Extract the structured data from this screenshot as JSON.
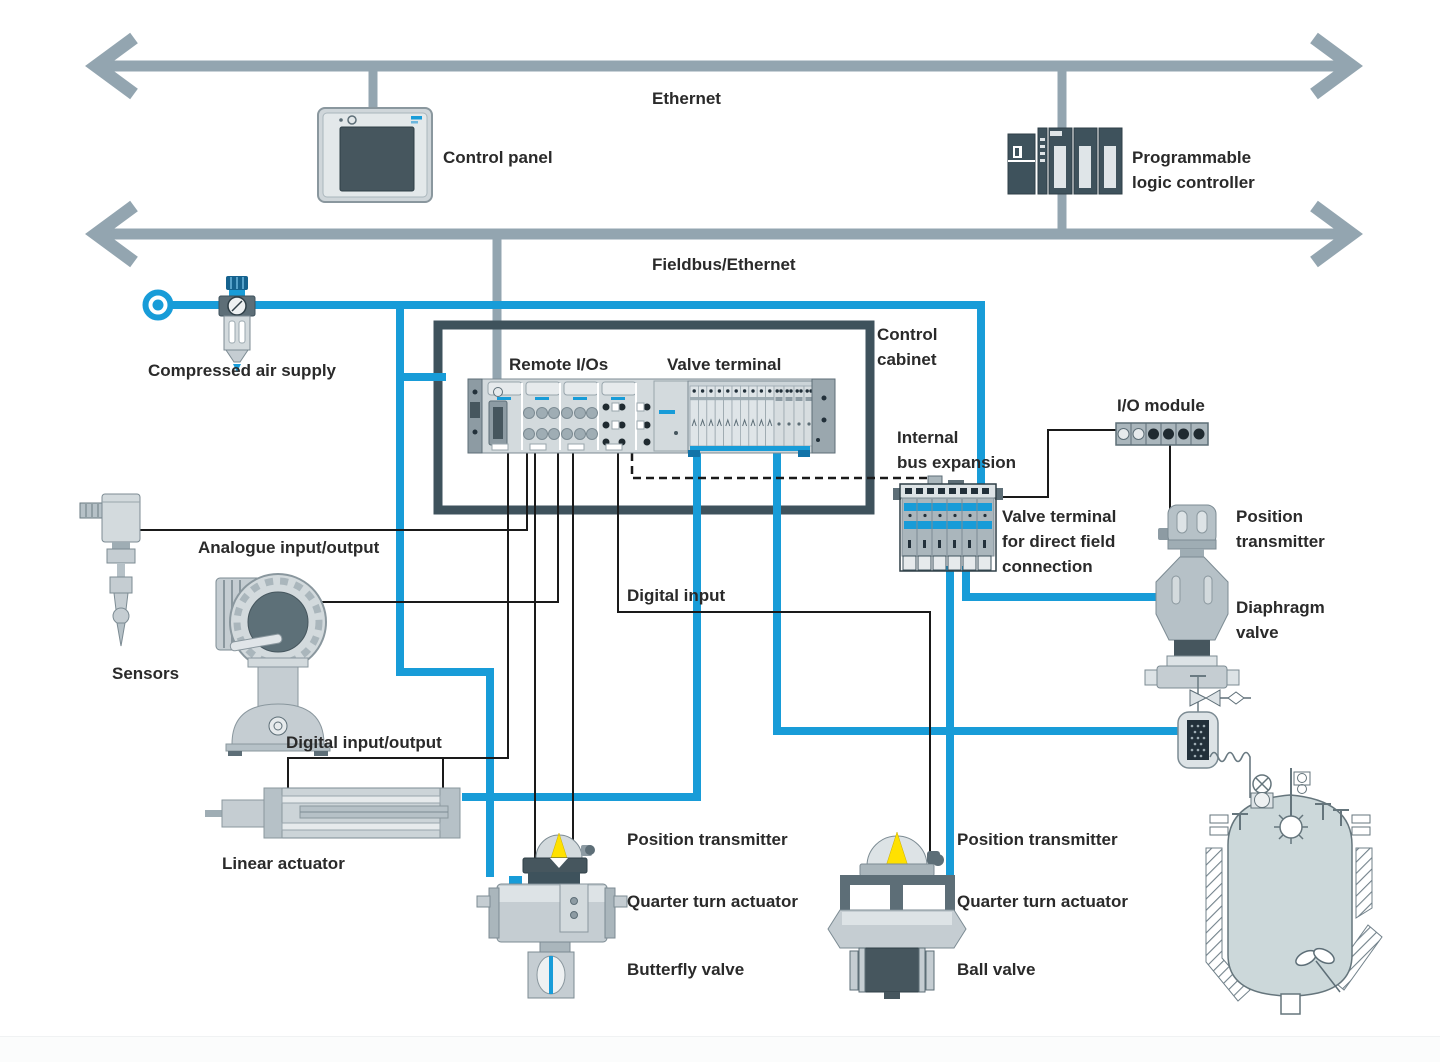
{
  "title": "Process automation system diagram",
  "colors": {
    "bus_gray": "#93a5b0",
    "pneumatic_blue": "#189cd8",
    "cabinet_teal": "#3e525c",
    "signal_black": "#1a1a1a",
    "indicator_yellow": "#ffe100"
  },
  "buses": {
    "ethernet": "Ethernet",
    "fieldbus": "Fieldbus/Ethernet"
  },
  "labels": {
    "control_panel": "Control panel",
    "plc": [
      "Programmable",
      "logic controller"
    ],
    "compressed_air_supply": "Compressed air supply",
    "remote_ios": "Remote I/Os",
    "valve_terminal": "Valve terminal",
    "control_cabinet": [
      "Control",
      "cabinet"
    ],
    "internal_bus_expansion": [
      "Internal",
      "bus expansion"
    ],
    "io_module": "I/O module",
    "valve_terminal_field": [
      "Valve terminal",
      "for direct field",
      "connection"
    ],
    "position_transmitter_diaphragm": [
      "Position",
      "transmitter"
    ],
    "diaphragm_valve": [
      "Diaphragm",
      "valve"
    ],
    "analogue_io": "Analogue input/output",
    "sensors": "Sensors",
    "digital_input": "Digital input",
    "digital_io": "Digital input/output",
    "linear_actuator": "Linear actuator",
    "position_transmitter_butterfly": "Position transmitter",
    "quarter_turn_actuator_butterfly": "Quarter turn actuator",
    "butterfly_valve": "Butterfly valve",
    "position_transmitter_ball": "Position transmitter",
    "quarter_turn_actuator_ball": "Quarter turn actuator",
    "ball_valve": "Ball valve"
  }
}
